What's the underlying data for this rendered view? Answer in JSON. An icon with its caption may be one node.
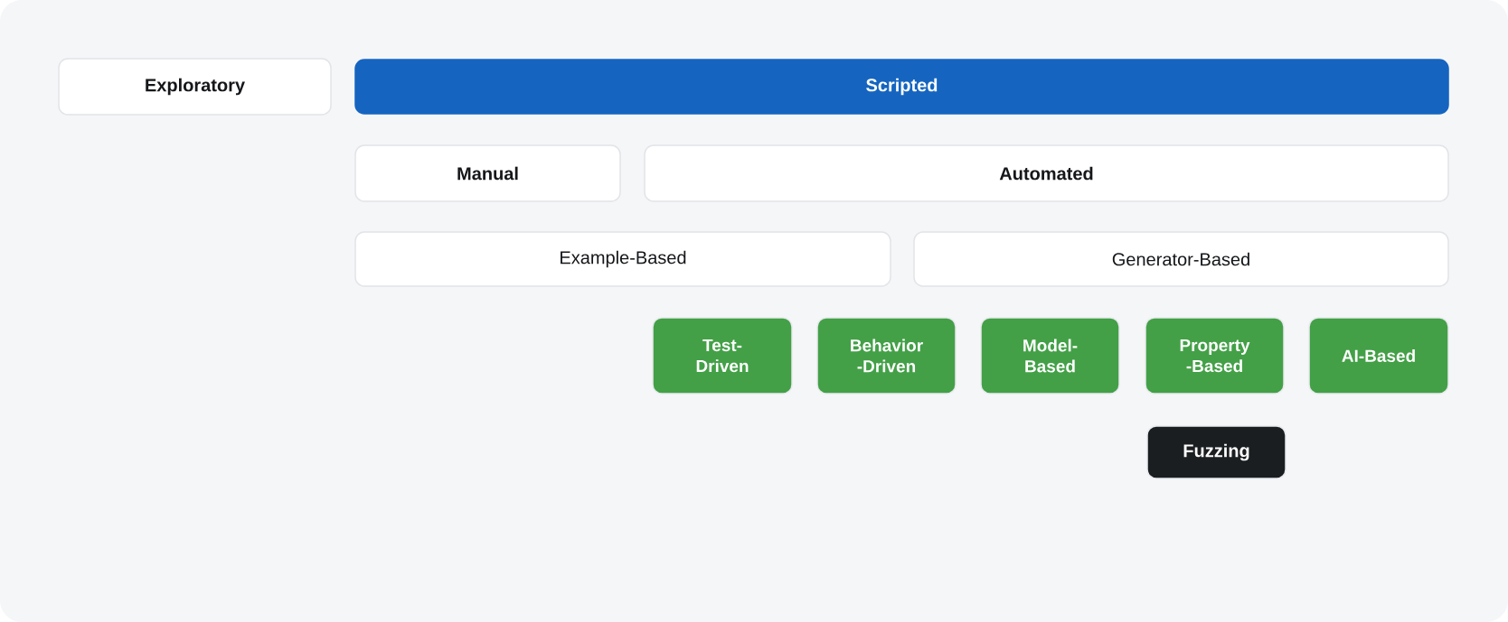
{
  "diagram": {
    "nodes": [
      {
        "text": [
          "Exploratory"
        ]
      },
      {
        "text": [
          "Scripted"
        ]
      },
      {
        "text": [
          "Manual"
        ]
      },
      {
        "text": [
          "Automated"
        ]
      },
      {
        "text": [
          "Example-Based"
        ]
      },
      {
        "text": [
          "Generator-Based"
        ]
      },
      {
        "text": [
          "Test- Driven"
        ]
      },
      {
        "text": [
          "Behavior -Driven"
        ]
      },
      {
        "text": [
          "Model- Based"
        ]
      },
      {
        "text": [
          "Property -Based"
        ]
      },
      {
        "text": [
          "AI-Based"
        ]
      },
      {
        "text": [
          "Fuzzing"
        ]
      }
    ]
  }
}
